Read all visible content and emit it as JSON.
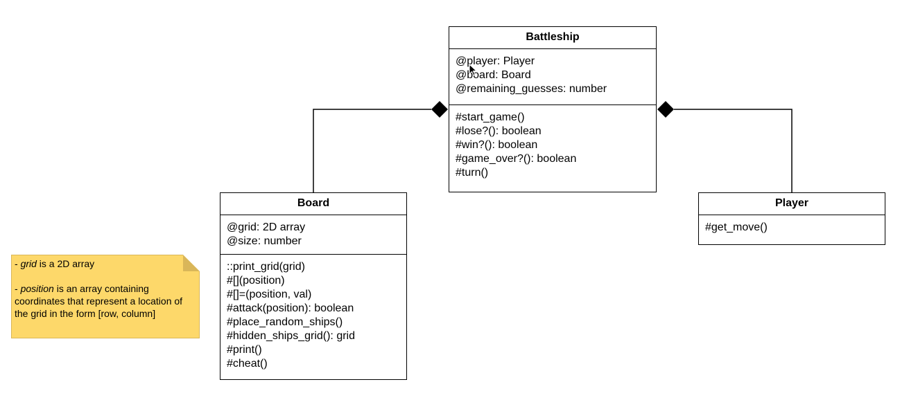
{
  "diagram": {
    "classes": {
      "battleship": {
        "name": "Battleship",
        "attributes": [
          "@player: Player",
          "@board: Board",
          "@remaining_guesses: number"
        ],
        "methods": [
          "#start_game()",
          "#lose?(): boolean",
          "#win?(): boolean",
          "#game_over?(): boolean",
          "#turn()"
        ]
      },
      "board": {
        "name": "Board",
        "attributes": [
          "@grid: 2D array",
          "@size: number"
        ],
        "methods": [
          "::print_grid(grid)",
          "#[](position)",
          "#[]=(position, val)",
          "#attack(position): boolean",
          "#place_random_ships()",
          "#hidden_ships_grid(): grid",
          "#print()",
          "#cheat()"
        ]
      },
      "player": {
        "name": "Player",
        "methods": [
          "#get_move()"
        ]
      }
    },
    "relations": [
      {
        "type": "composition",
        "whole": "Battleship",
        "part": "Board"
      },
      {
        "type": "composition",
        "whole": "Battleship",
        "part": "Player"
      }
    ],
    "note": {
      "line1": {
        "term": "grid",
        "pre": "- ",
        "post": " is a 2D array"
      },
      "line2": {
        "term": "position",
        "pre": "- ",
        "post": " is an array containing coordinates that represent a location of the grid in the form [row, column]"
      }
    },
    "colors": {
      "note_fill": "#fdd86a",
      "note_border": "#d9b659",
      "line": "#000000"
    }
  }
}
